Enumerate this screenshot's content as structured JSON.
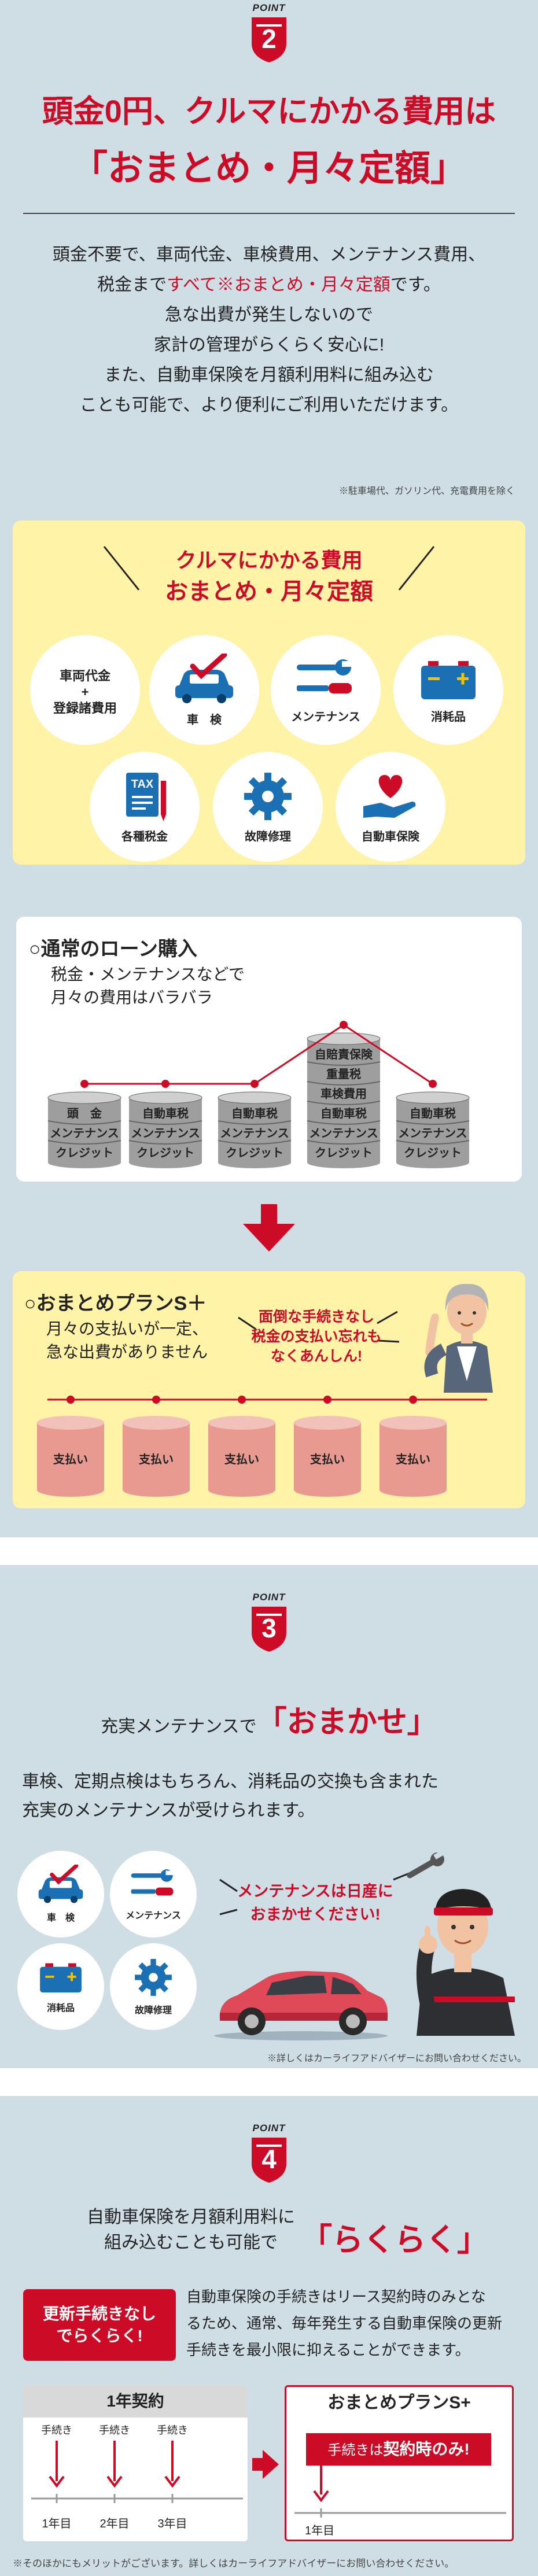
{
  "point2": {
    "point_word": "POINT",
    "number": "2",
    "title_line1_a": "頭金0円",
    "title_line1_b": "、クルマにかかる費用は",
    "title_line2": "「おまとめ・月々定額」",
    "body_line1": "頭金不要で、車両代金、車検費用、メンテナンス費用、",
    "body_line2_a": "税金まで",
    "body_line2_b": "すべて※おまとめ・月々定額",
    "body_line2_c": "です。",
    "body_line3": "急な出費が発生しないので",
    "body_line4": "家計の管理がらくらく安心に!",
    "body_line5": "また、自動車保険を月額利用料に組み込む",
    "body_line6": "ことも可能で、より便利にご利用いただけます。",
    "note": "※駐車場代、ガソリン代、充電費用を除く",
    "card_title1": "クルマにかかる費用",
    "card_title2": "おまとめ・月々定額",
    "items": [
      {
        "label": "車両代金\n+\n登録諸費用",
        "icon": "car-price-text"
      },
      {
        "label": "車　検",
        "icon": "car-inspection-icon"
      },
      {
        "label": "メンテナンス",
        "icon": "wrench-screwdriver-icon"
      },
      {
        "label": "消耗品",
        "icon": "battery-icon"
      },
      {
        "label": "各種税金",
        "icon": "tax-document-icon"
      },
      {
        "label": "故障修理",
        "icon": "gear-icon"
      },
      {
        "label": "自動車保険",
        "icon": "heart-hand-icon"
      }
    ],
    "loan_title": "○通常のローン購入",
    "loan_sub1": "税金・メンテナンスなどで",
    "loan_sub2": "月々の費用はバラバラ",
    "loan_stacks": [
      [
        "頭　金",
        "メンテナンス",
        "クレジット"
      ],
      [
        "自動車税",
        "メンテナンス",
        "クレジット"
      ],
      [
        "自動車税",
        "メンテナンス",
        "クレジット"
      ],
      [
        "自賠責保険",
        "重量税",
        "車検費用",
        "自動車税",
        "メンテナンス",
        "クレジット"
      ],
      [
        "自動車税",
        "メンテナンス",
        "クレジット"
      ]
    ],
    "plan_title": "○おまとめプランS＋",
    "plan_sub1": "月々の支払いが一定、",
    "plan_sub2": "急な出費がありません",
    "plan_bubble1": "面倒な手続きなし",
    "plan_bubble2": "税金の支払い忘れも",
    "plan_bubble3": "なくあんしん!",
    "pay_label": "支払い",
    "pay_count": 5
  },
  "point3": {
    "point_word": "POINT",
    "number": "3",
    "title_a": "充実メンテナンスで",
    "title_b": "「おまかせ」",
    "body1": "車検、定期点検はもちろん、消耗品の交換も含まれた",
    "body2": "充実のメンテナンスが受けられます。",
    "items": [
      {
        "label": "車　検",
        "icon": "car-inspection-icon"
      },
      {
        "label": "メンテナンス",
        "icon": "wrench-screwdriver-icon"
      },
      {
        "label": "消耗品",
        "icon": "battery-icon"
      },
      {
        "label": "故障修理",
        "icon": "gear-icon"
      }
    ],
    "bubble1": "メンテナンスは日産に",
    "bubble2": "おまかせください!",
    "note": "※詳しくはカーライフアドバイザーにお問い合わせください。"
  },
  "point4": {
    "point_word": "POINT",
    "number": "4",
    "title_a1": "自動車保険を月額利用料に",
    "title_a2": "組み込むことも可能で",
    "title_b": "「らくらく」",
    "badge1": "更新手続きなし",
    "badge2": "でらくらく!",
    "body1": "自動車保険の手続きはリース契約時のみとな",
    "body2": "るため、通常、毎年発生する自動車保険の更新",
    "body3": "手続きを最小限に抑えることができます。",
    "year_contract": "1年契約",
    "procedure": "手続き",
    "years": [
      "1年目",
      "2年目",
      "3年目"
    ],
    "plan_title": "おまとめプランS+",
    "plan_banner_a": "手続きは",
    "plan_banner_b": "契約時のみ!",
    "plan_year": "1年目",
    "note": "※そのほかにもメリットがございます。詳しくはカーライフアドバイザーにお問い合わせください。"
  },
  "colors": {
    "accent": "#cc0b26",
    "bg": "#cfdde5",
    "yellow": "#fff3a8",
    "blue": "#1b6fb3"
  }
}
